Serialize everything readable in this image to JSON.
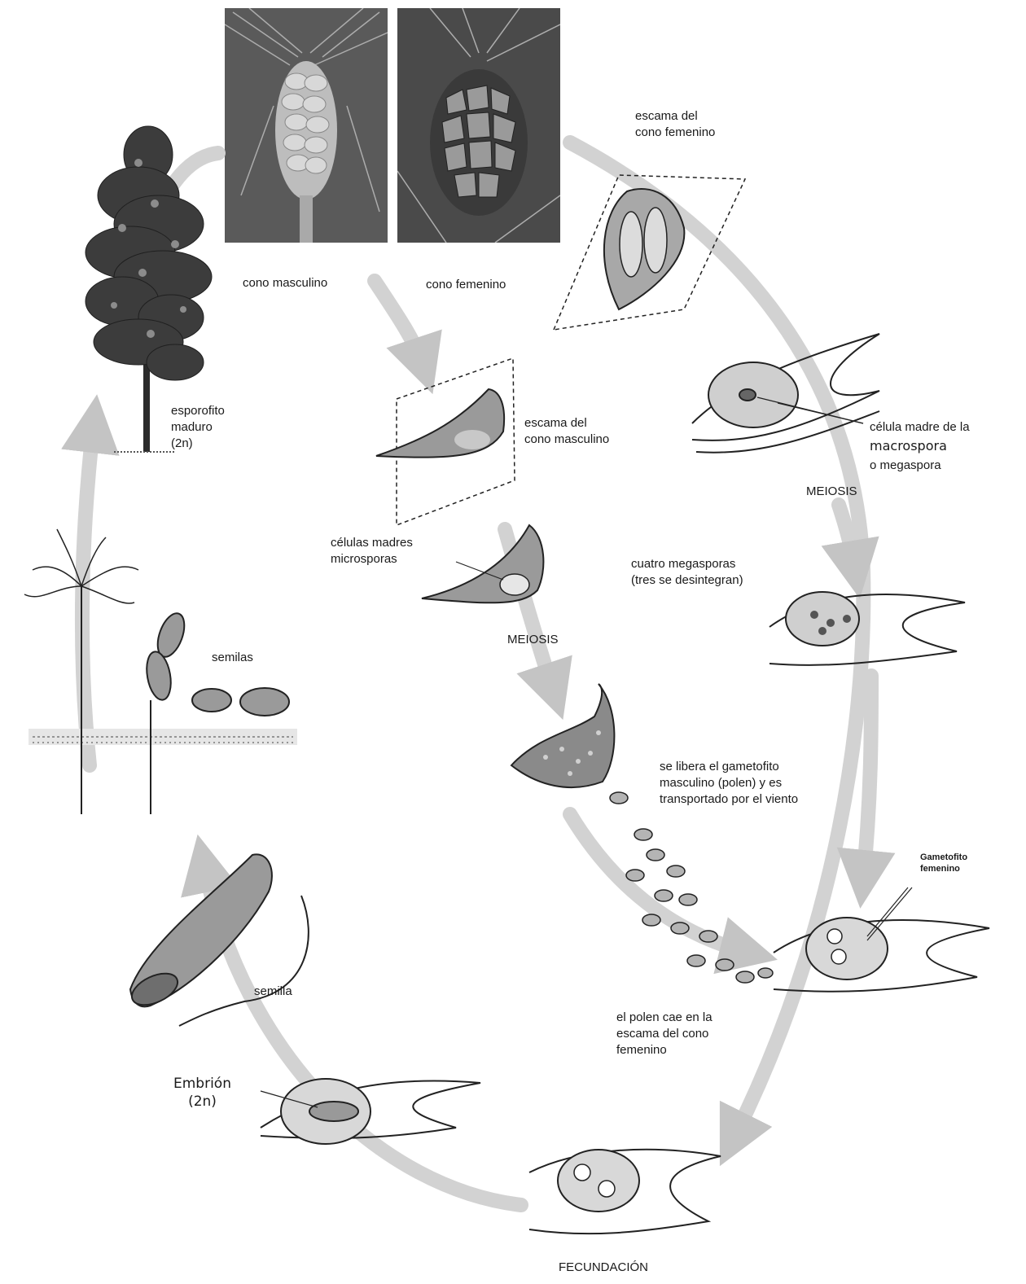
{
  "labels": {
    "cono_masculino": "cono masculino",
    "cono_femenino": "cono femenino",
    "escama_cono_femenino": "escama del\ncono femenino",
    "escama_cono_masculino": "escama del\ncono masculino",
    "celulas_madres_microsporas": "células madres\nmicrosporas",
    "meiosis_left": "MEIOSIS",
    "meiosis_right": "MEIOSIS",
    "celula_madre_line1": "célula madre de la",
    "celula_madre_line2": "macrospora",
    "celula_madre_line3": "o megaspora",
    "cuatro_megasporas": "cuatro megasporas\n(tres se desintegran)",
    "gametofito_masculino": "se libera el gametofito\nmasculino (polen) y es\ntransportado por el viento",
    "gametofito_femenino": "Gametofito\nfemenino",
    "polen_cae": "el polen cae en la\nescama del cono\nfemenino",
    "fecundacion": "FECUNDACIÓN",
    "embrion": "Embrión\n(2n)",
    "semilla": "semilla",
    "semillas": "semilas",
    "esporofito": "esporofito\nmaduro\n(2n)"
  },
  "colors": {
    "cycle_arrow": "#c8c8c8",
    "ink": "#1a1a1a",
    "scale_fill": "#9a9a9a",
    "photo_bg": "#4a4a4a"
  },
  "icons": {
    "tree": "pine-tree-icon",
    "male_cone_photo": "male-cone-photo",
    "female_cone_photo": "female-cone-photo"
  }
}
